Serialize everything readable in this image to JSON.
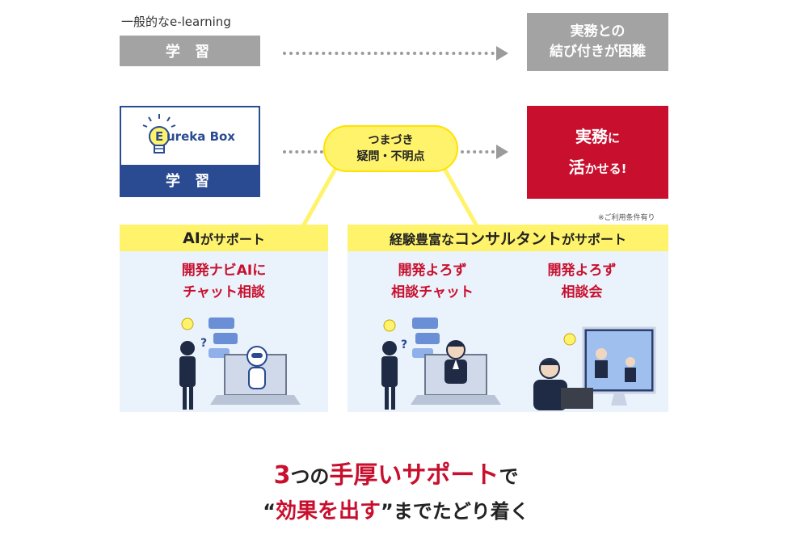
{
  "top_row": {
    "caption": "一般的なe-learning",
    "learning_label": "学 習",
    "result_line1": "実務との",
    "result_line2": "結び付きが困難"
  },
  "eureka_row": {
    "logo_text": "ureka Box",
    "logo_letter": "E",
    "learning_label": "学 習",
    "bubble_line1": "つまづき",
    "bubble_line2": "疑問・不明点",
    "result_part1": "実務",
    "result_part2": "に",
    "result_part3": "活",
    "result_part4": "かせる!"
  },
  "note": "※ご利用条件有り",
  "panels": {
    "ai": {
      "head_big": "AI",
      "head_small": "がサポート",
      "service_line1": "開発ナビAIに",
      "service_line2": "チャット相談"
    },
    "consultant": {
      "head_part1": "経験豊富な",
      "head_big": "コンサルタント",
      "head_part2": "がサポート",
      "chat_line1": "開発よろず",
      "chat_line2": "相談チャット",
      "meeting_line1": "開発よろず",
      "meeting_line2": "相談会"
    }
  },
  "headline": {
    "num": "3",
    "p1": "つの",
    "p2": "手厚いサポート",
    "p3": "で",
    "q_open": "“",
    "p4": "効果を出す",
    "q_close": "”",
    "p5": "までたどり着く"
  },
  "colors": {
    "navy": "#2a4b92",
    "red": "#c8102e",
    "yellow": "#fff36b",
    "panel": "#eaf2fb",
    "gray": "#a3a3a3"
  }
}
